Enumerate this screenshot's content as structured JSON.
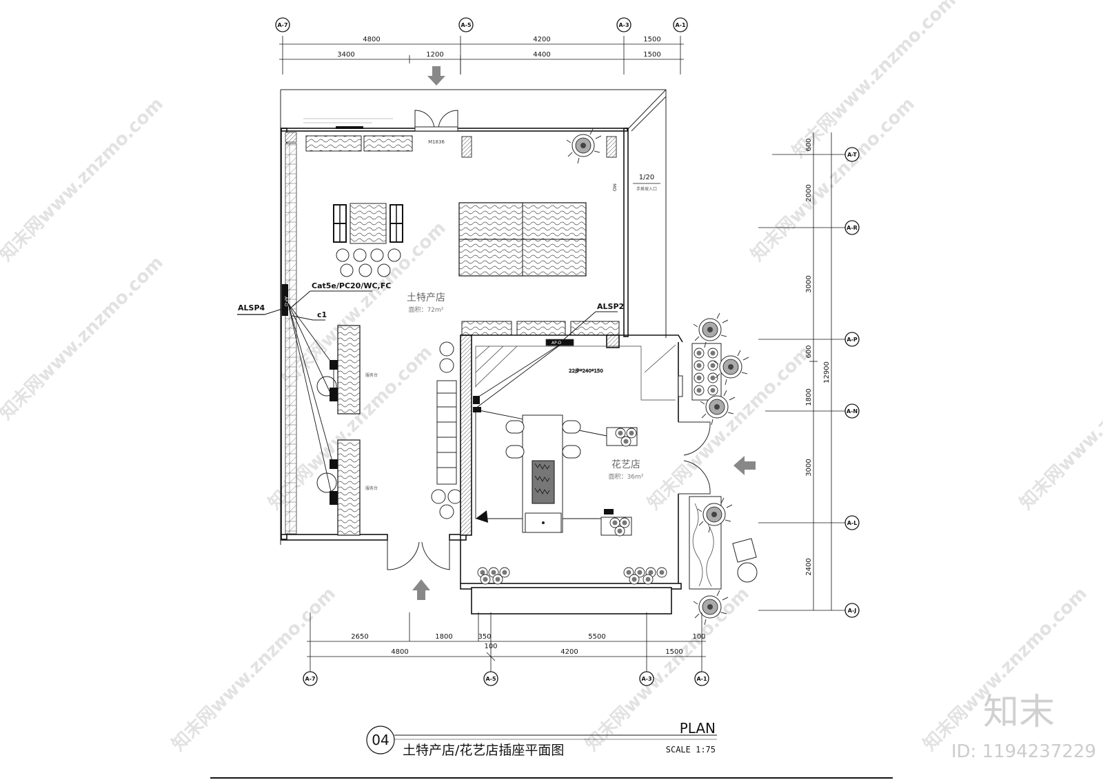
{
  "watermark": {
    "text": "知末网www.znzmo.com"
  },
  "top_dimensions": {
    "row1": [
      "4800",
      "4200",
      "1500"
    ],
    "row2": [
      "3400",
      "1200",
      "4400",
      "1500"
    ],
    "axes": [
      "A-7",
      "A-5",
      "A-3",
      "A-1"
    ]
  },
  "bottom_dimensions": {
    "row1": [
      "2650",
      "1800",
      "350",
      "5500",
      "100"
    ],
    "row2": [
      "4800",
      "100",
      "4200",
      "1500"
    ],
    "axes": [
      "A-7",
      "A-5",
      "A-3",
      "A-1"
    ]
  },
  "right_dimensions": {
    "segments": [
      "600",
      "2000",
      "3000",
      "600",
      "1800",
      "3000",
      "2400"
    ],
    "total": "12900",
    "axes": [
      "A-T",
      "A-R",
      "A-P",
      "A-N",
      "A-L",
      "A-J"
    ]
  },
  "rooms": {
    "local_store": {
      "name": "土特产店",
      "area": "面积：72m²"
    },
    "flower_store": {
      "name": "花艺店",
      "area": "面积：36m²"
    }
  },
  "labels": {
    "door": "M1836",
    "ramp_slope": "1/20",
    "ramp_note": "手推坡入口",
    "mo": "MO",
    "panel_left": "ALSP4",
    "panel_right": "ALSP2",
    "cable": "Cat5e/PC20/WC,FC",
    "circuit": "c1",
    "stair": "22步*240*150",
    "counter": "服务台",
    "box": "AP-D"
  },
  "title": {
    "number": "04",
    "text": "土特产店/花艺店插座平面图",
    "plan": "PLAN",
    "scale": "SCALE 1:75"
  },
  "brand": {
    "logo": "知末",
    "id": "ID: 1194237229"
  }
}
